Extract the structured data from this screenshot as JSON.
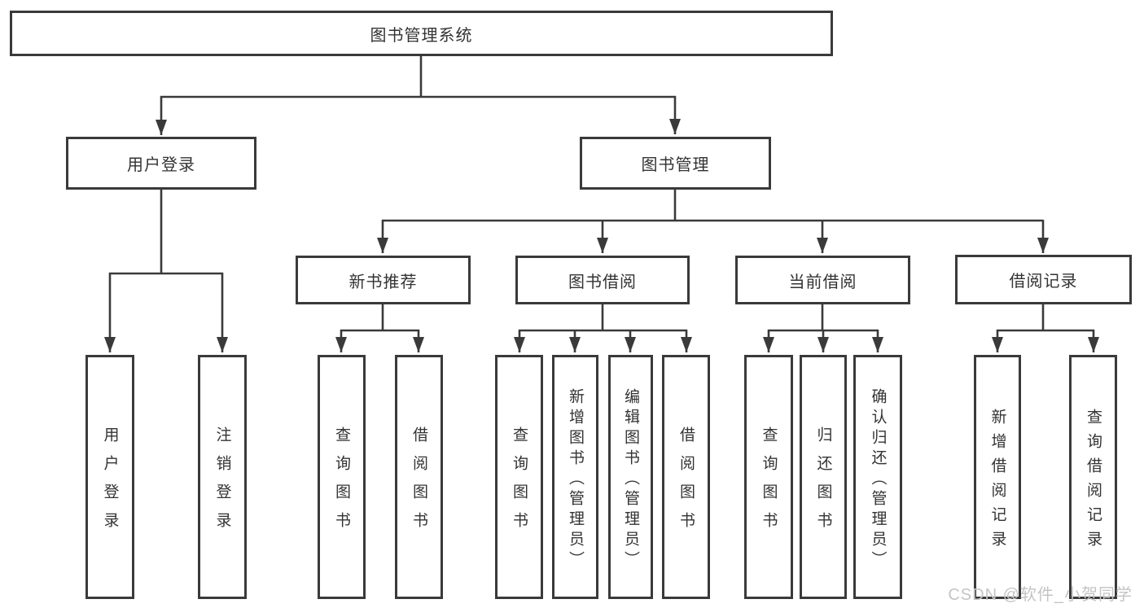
{
  "tree": {
    "label": "图书管理系统",
    "children": [
      {
        "label": "用户登录",
        "children": [
          {
            "label": "用户登录"
          },
          {
            "label": "注销登录"
          }
        ]
      },
      {
        "label": "图书管理",
        "children": [
          {
            "label": "新书推荐",
            "children": [
              {
                "label": "查询图书"
              },
              {
                "label": "借阅图书"
              }
            ]
          },
          {
            "label": "图书借阅",
            "children": [
              {
                "label": "查询图书"
              },
              {
                "label": "新增图书（管理员）"
              },
              {
                "label": "编辑图书（管理员）"
              },
              {
                "label": "借阅图书"
              }
            ]
          },
          {
            "label": "当前借阅",
            "children": [
              {
                "label": "查询图书"
              },
              {
                "label": "归还图书"
              },
              {
                "label": "确认归还（管理员）"
              }
            ]
          },
          {
            "label": "借阅记录",
            "children": [
              {
                "label": "新增借阅记录"
              },
              {
                "label": "查询借阅记录"
              }
            ]
          }
        ]
      }
    ]
  },
  "watermark": {
    "text": "CSDN @软件_小贺同学"
  },
  "colors": {
    "line": "#3a3a3a",
    "border": "#3a3a3a",
    "text": "#333333",
    "background": "#ffffff",
    "watermark": "#c4c4c4"
  }
}
